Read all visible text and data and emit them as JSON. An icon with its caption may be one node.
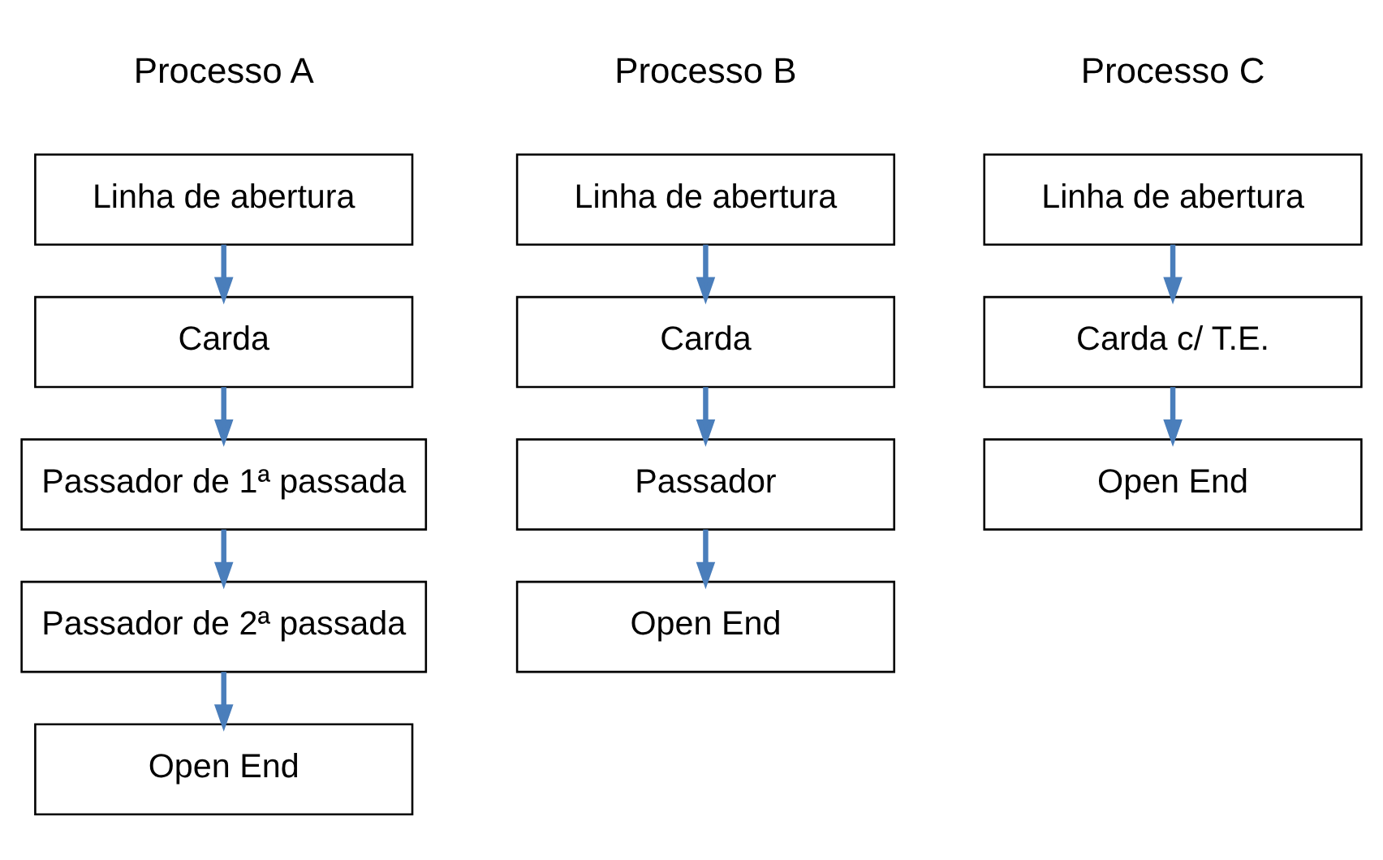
{
  "diagram": {
    "nodes": [
      {
        "text": [
          "Linha de abertura"
        ]
      },
      {
        "text": [
          "Carda"
        ]
      },
      {
        "text": [
          "Passador de 1ª passada"
        ]
      },
      {
        "text": [
          "Passador de 2ª passada"
        ]
      },
      {
        "text": [
          "Open End"
        ]
      },
      {
        "text": [
          "Linha de abertura"
        ]
      },
      {
        "text": [
          "Carda"
        ]
      },
      {
        "text": [
          "Passador"
        ]
      },
      {
        "text": [
          "Open End"
        ]
      },
      {
        "text": [
          "Linha de abertura"
        ]
      },
      {
        "text": [
          "Carda c/ T.E."
        ]
      },
      {
        "text": [
          "Open End"
        ]
      }
    ],
    "edges": [
      {
        "from": 0,
        "to": 1,
        "arrow": "to"
      },
      {
        "from": 1,
        "to": 2,
        "arrow": "to"
      },
      {
        "from": 2,
        "to": 3,
        "arrow": "to"
      },
      {
        "from": 3,
        "to": 4,
        "arrow": "to"
      },
      {
        "from": 5,
        "to": 6,
        "arrow": "to"
      },
      {
        "from": 6,
        "to": 7,
        "arrow": "to"
      },
      {
        "from": 7,
        "to": 8,
        "arrow": "to"
      },
      {
        "from": 9,
        "to": 10,
        "arrow": "to"
      },
      {
        "from": 10,
        "to": 11,
        "arrow": "to"
      }
    ],
    "labels": [
      "Processo A",
      "Processo B",
      "Processo C"
    ]
  }
}
